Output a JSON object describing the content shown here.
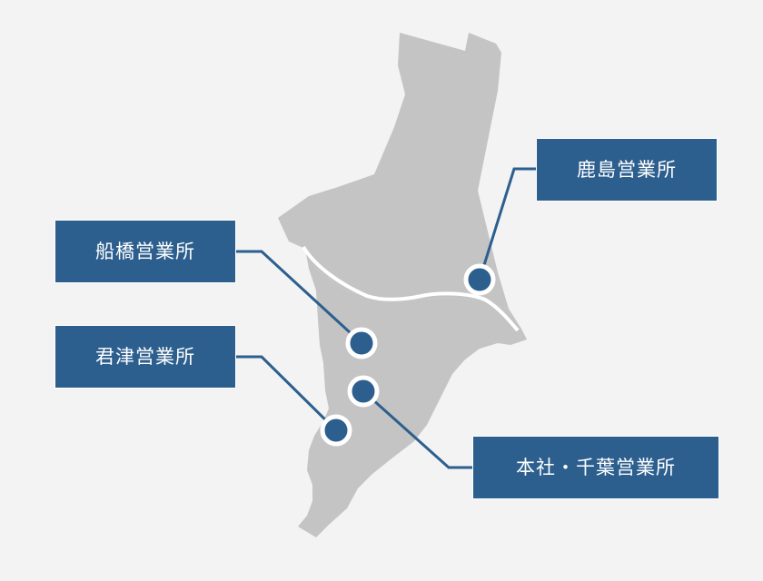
{
  "map": {
    "colors": {
      "background": "#f3f3f3",
      "land": "#c4c4c4",
      "border": "#ffffff",
      "accent": "#2d5f8e"
    },
    "offices": [
      {
        "id": "kashima",
        "name": "鹿島営業所"
      },
      {
        "id": "funabashi",
        "name": "船橋営業所"
      },
      {
        "id": "kimitsu",
        "name": "君津営業所"
      },
      {
        "id": "chiba",
        "name": "本社・千葉営業所"
      }
    ]
  }
}
